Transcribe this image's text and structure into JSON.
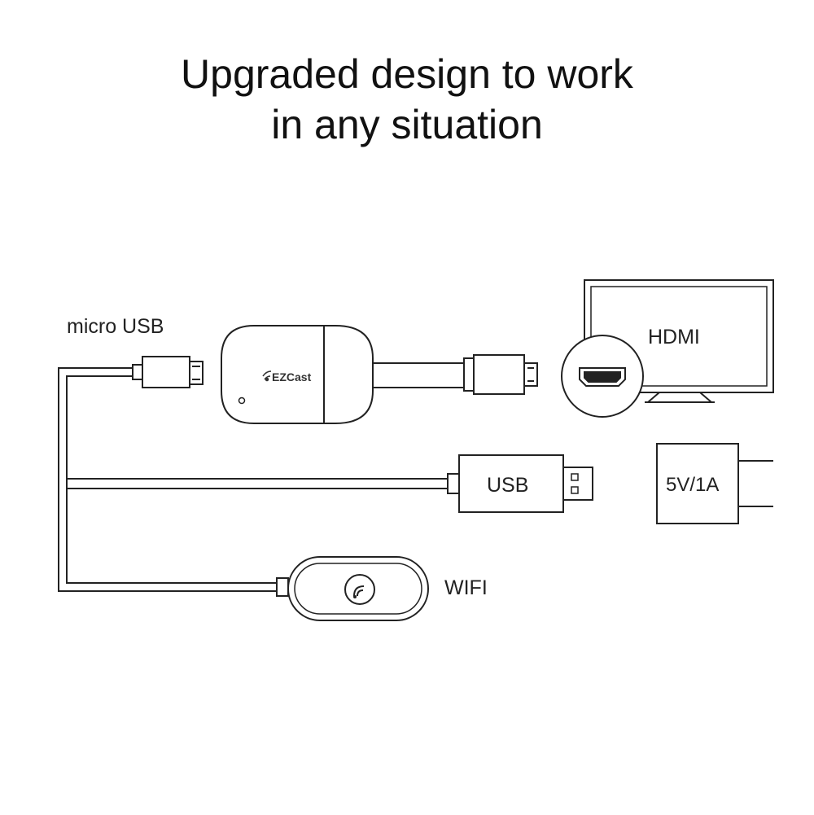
{
  "headline": {
    "line1": "Upgraded design to work",
    "line2": "in any situation"
  },
  "labels": {
    "micro_usb": "micro USB",
    "hdmi": "HDMI",
    "usb": "USB",
    "power": "5V/1A",
    "wifi": "WIFI",
    "brand": "EZCast"
  },
  "icons": [
    "ezcast-logo-icon",
    "led-indicator-icon",
    "hdmi-port-icon",
    "wifi-signal-icon"
  ],
  "colors": {
    "line": "#222222",
    "text": "#111111",
    "background": "#ffffff"
  }
}
